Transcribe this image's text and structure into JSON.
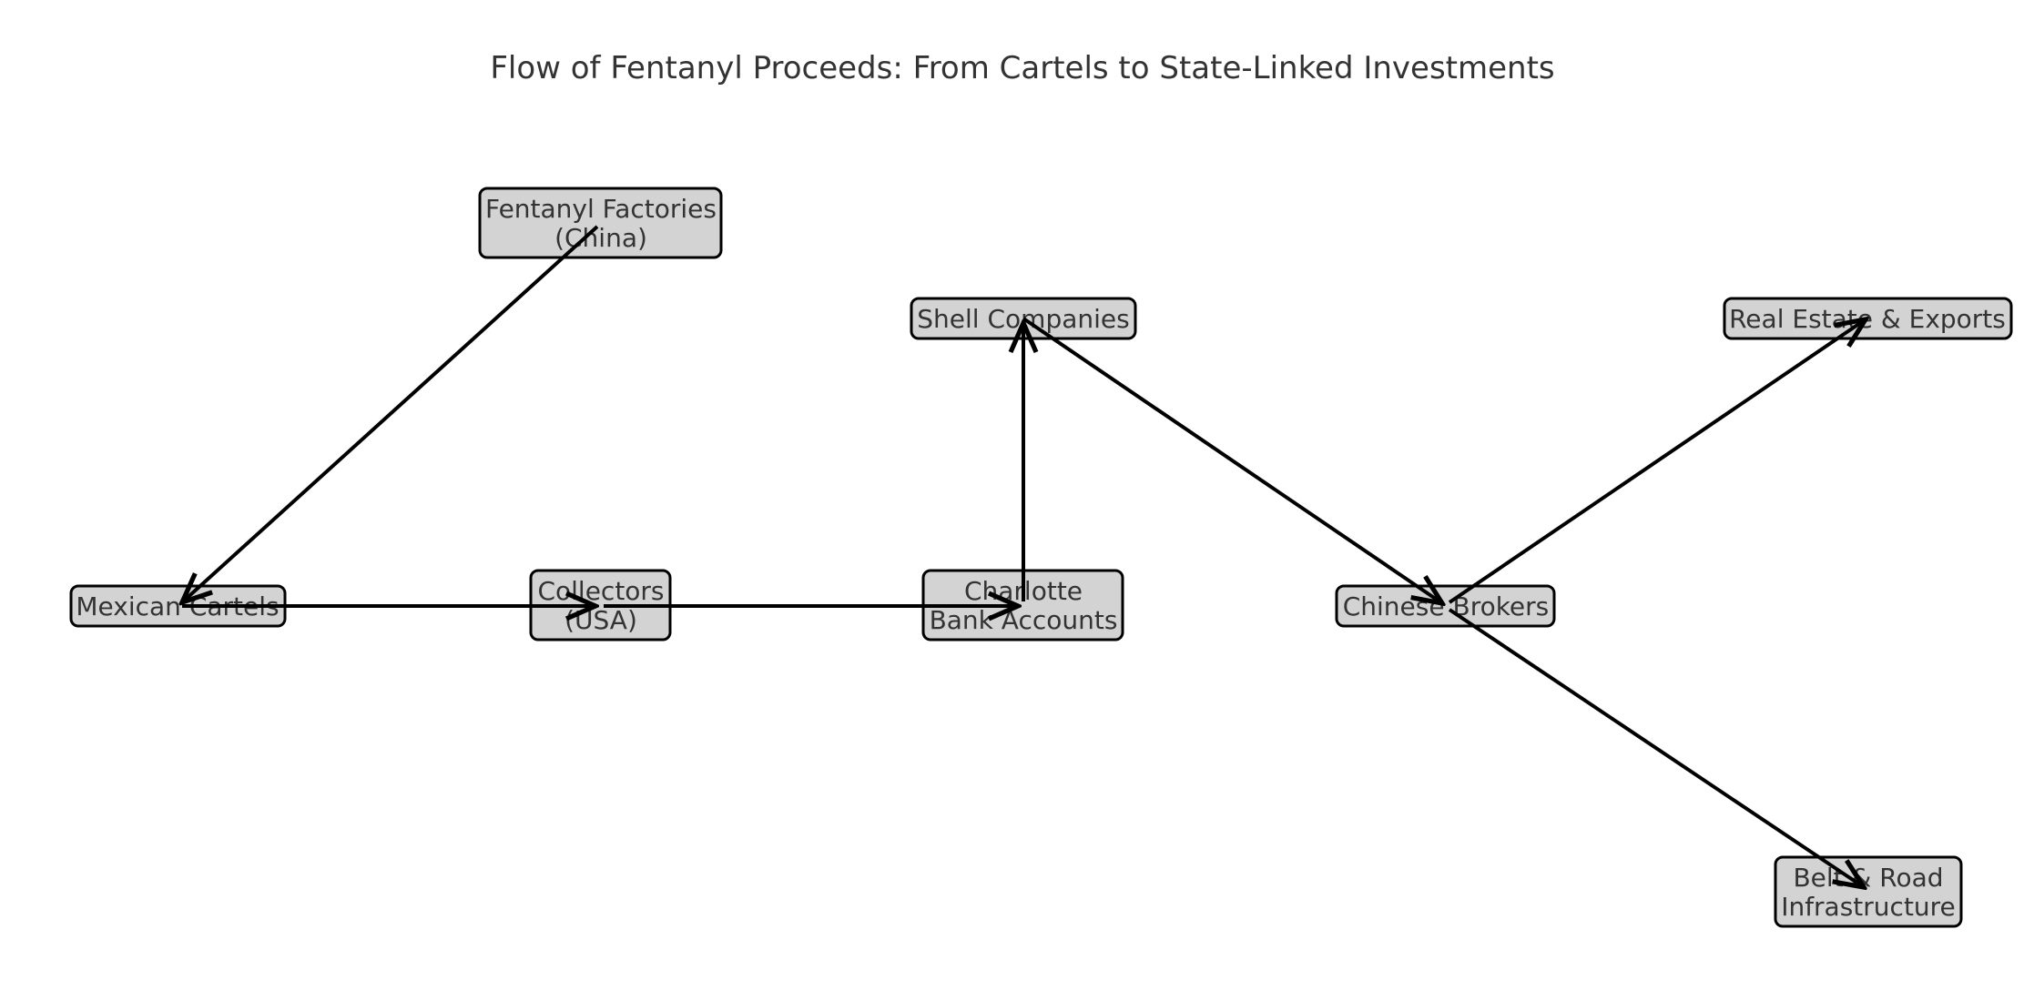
{
  "title": "Flow of Fentanyl Proceeds: From Cartels to State-Linked Investments",
  "colors": {
    "node_fill": "#d3d3d3",
    "node_border": "#000000",
    "text": "#333333",
    "arrow": "#000000",
    "background": "#ffffff"
  },
  "nodes": {
    "factories": {
      "line1": "Fentanyl Factories",
      "line2": "(China)"
    },
    "cartels": {
      "line1": "Mexican Cartels"
    },
    "collectors": {
      "line1": "Collectors",
      "line2": "(USA)"
    },
    "charlotte": {
      "line1": "Charlotte",
      "line2": "Bank Accounts"
    },
    "shell": {
      "line1": "Shell Companies"
    },
    "brokers": {
      "line1": "Chinese Brokers"
    },
    "realestate": {
      "line1": "Real Estate & Exports"
    },
    "beltroad": {
      "line1": "Belt & Road",
      "line2": "Infrastructure"
    }
  },
  "edges": [
    {
      "from": "factories",
      "to": "cartels"
    },
    {
      "from": "cartels",
      "to": "collectors"
    },
    {
      "from": "collectors",
      "to": "charlotte"
    },
    {
      "from": "charlotte",
      "to": "shell"
    },
    {
      "from": "shell",
      "to": "brokers"
    },
    {
      "from": "brokers",
      "to": "realestate"
    },
    {
      "from": "brokers",
      "to": "beltroad"
    }
  ]
}
